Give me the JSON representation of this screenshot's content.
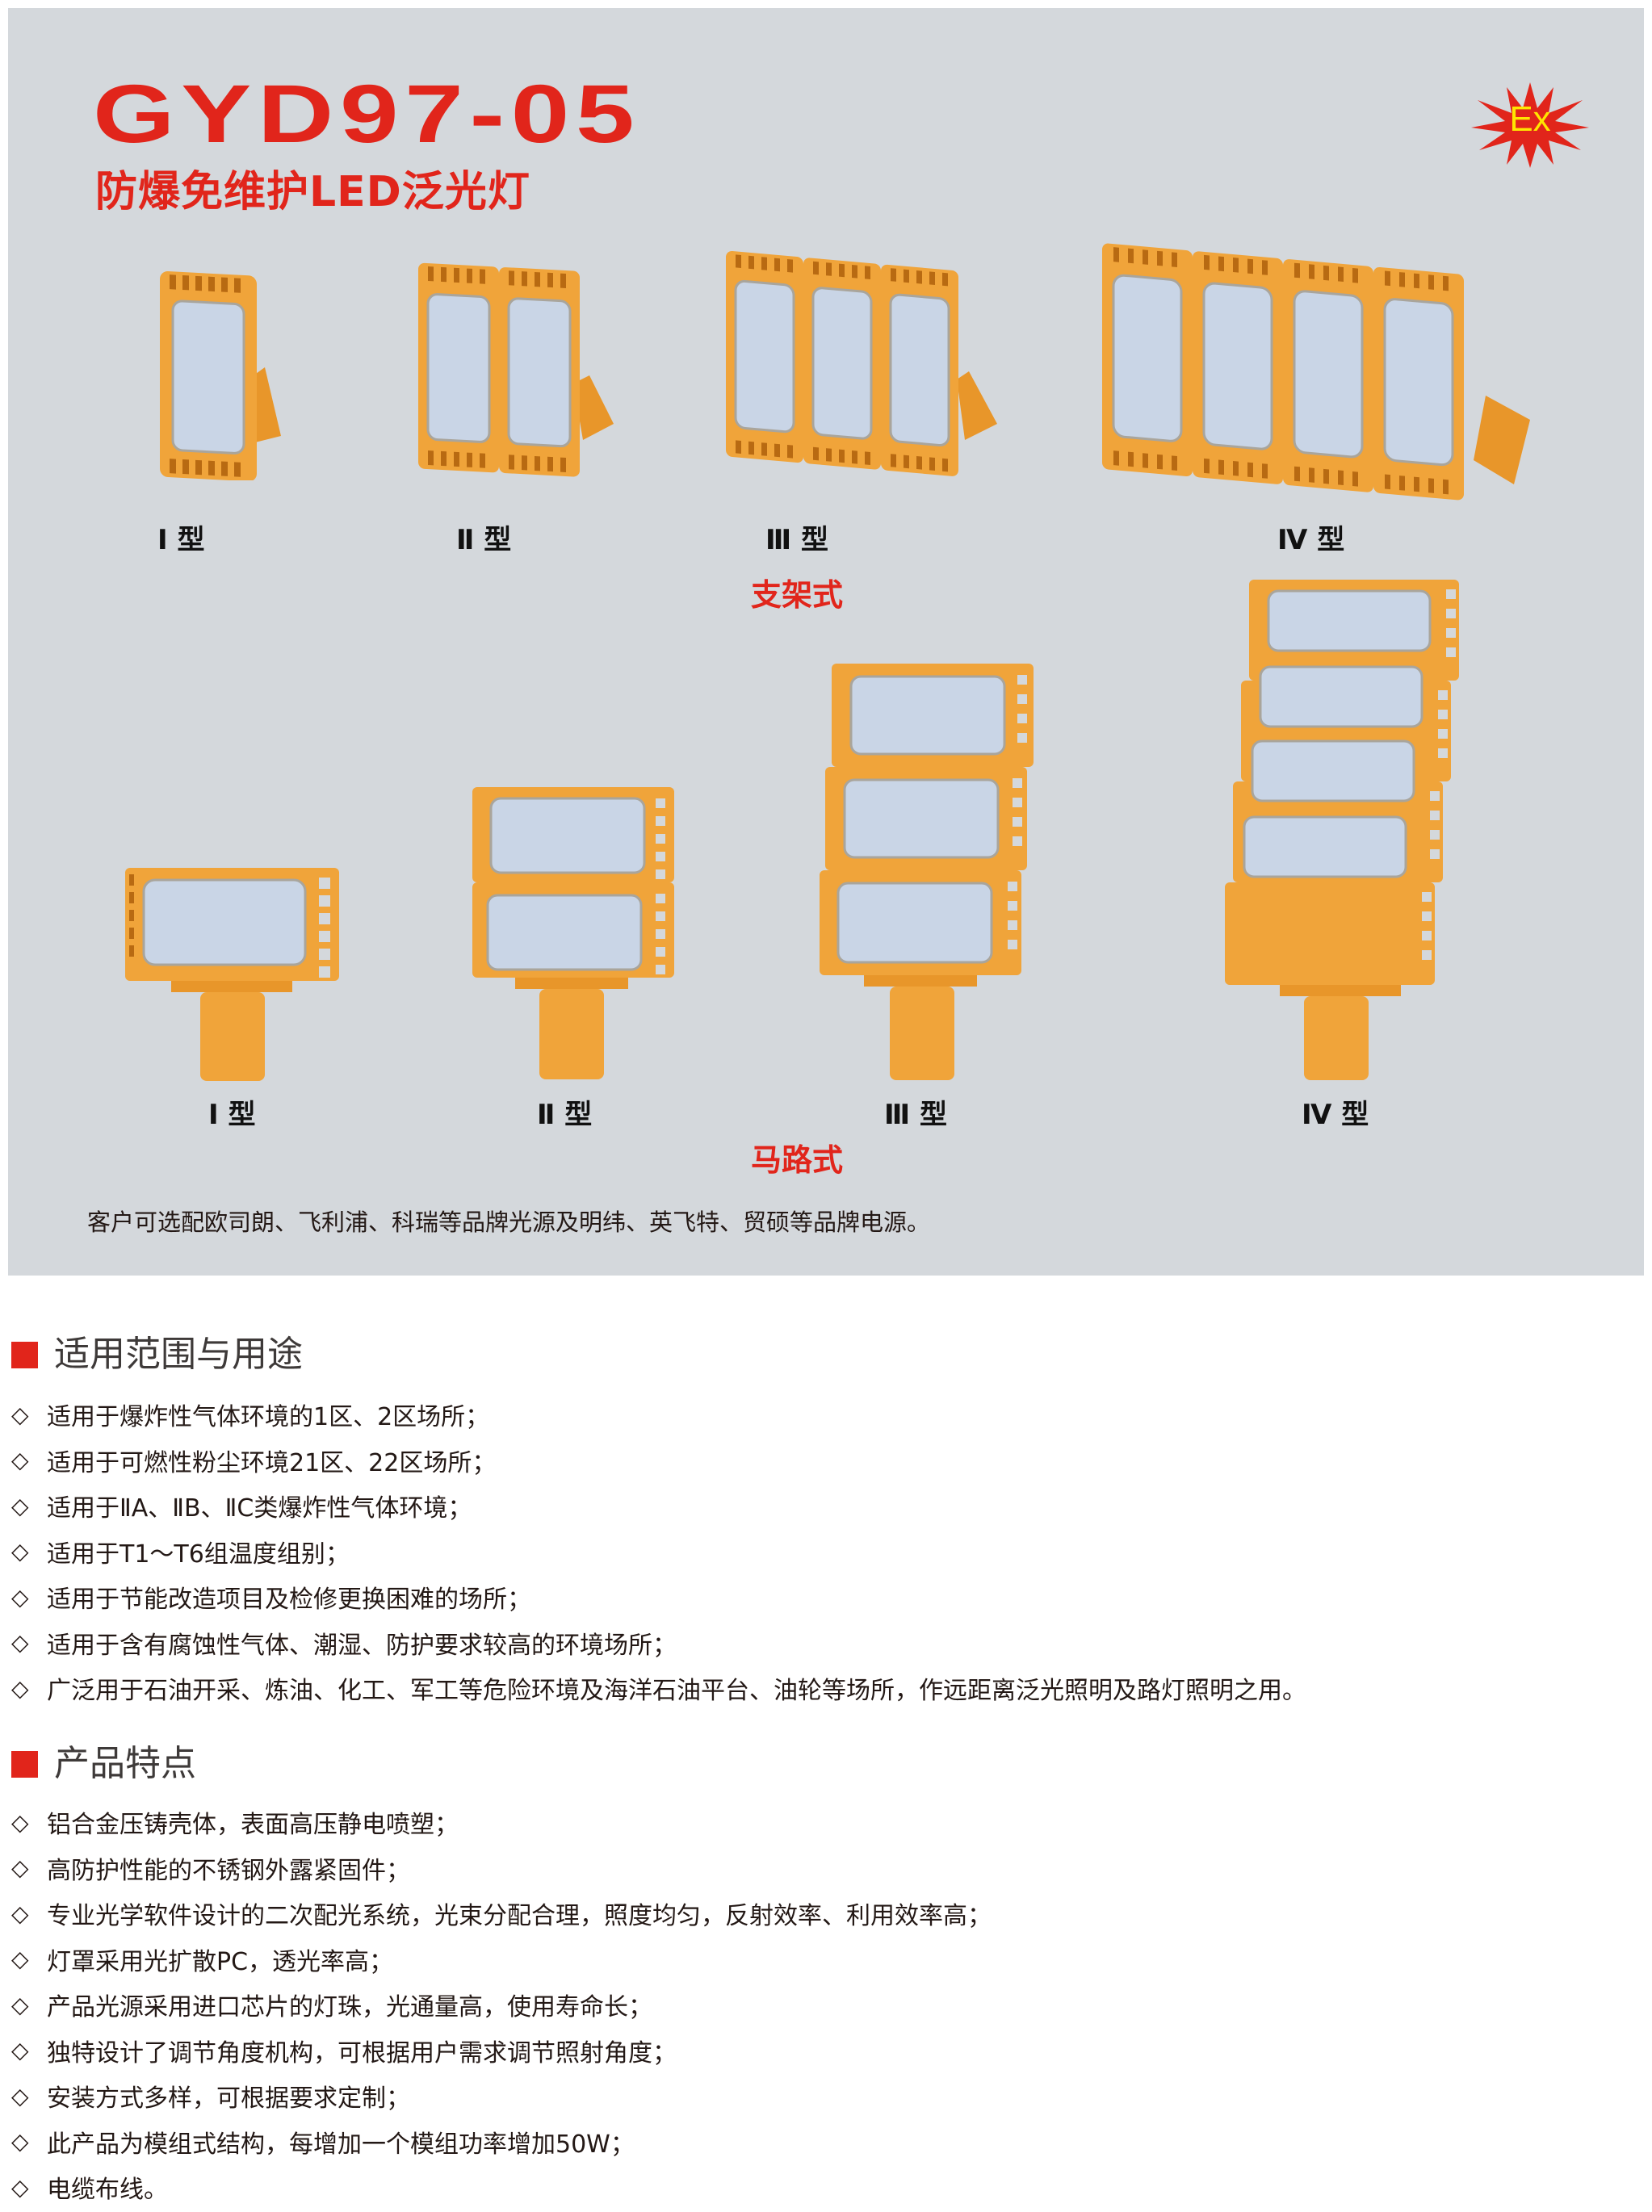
{
  "header": {
    "model": "GYD97-05",
    "product_name": "防爆免维护LED泛光灯",
    "badge": "Ex"
  },
  "colors": {
    "brand_red": "#e1251b",
    "panel_gray": "#d4d8dc",
    "lamp_orange": "#f0a43a",
    "badge_text_yellow": "#ffe600"
  },
  "bracket_type": {
    "group_label": "支架式",
    "items": [
      {
        "label": "Ⅰ 型",
        "modules": 1
      },
      {
        "label": "Ⅱ 型",
        "modules": 2
      },
      {
        "label": "Ⅲ 型",
        "modules": 3
      },
      {
        "label": "Ⅳ 型",
        "modules": 4
      }
    ]
  },
  "road_type": {
    "group_label": "马路式",
    "items": [
      {
        "label": "Ⅰ 型",
        "modules": 1
      },
      {
        "label": "Ⅱ 型",
        "modules": 2
      },
      {
        "label": "Ⅲ 型",
        "modules": 3
      },
      {
        "label": "Ⅳ 型",
        "modules": 4
      }
    ]
  },
  "note": "客户可选配欧司朗、飞利浦、科瑞等品牌光源及明纬、英飞特、贸硕等品牌电源。",
  "sections": [
    {
      "title": "适用范围与用途",
      "bullet_icon": "◇",
      "items": [
        "适用于爆炸性气体环境的1区、2区场所；",
        "适用于可燃性粉尘环境21区、22区场所；",
        "适用于ⅡA、ⅡB、ⅡC类爆炸性气体环境；",
        "适用于T1～T6组温度组别；",
        "适用于节能改造项目及检修更换困难的场所；",
        "适用于含有腐蚀性气体、潮湿、防护要求较高的环境场所；",
        "广泛用于石油开采、炼油、化工、军工等危险环境及海洋石油平台、油轮等场所，作远距离泛光照明及路灯照明之用。"
      ]
    },
    {
      "title": "产品特点",
      "bullet_icon": "◇",
      "items": [
        "铝合金压铸壳体，表面高压静电喷塑；",
        "高防护性能的不锈钢外露紧固件；",
        "专业光学软件设计的二次配光系统，光束分配合理，照度均匀，反射效率、利用效率高；",
        "灯罩采用光扩散PC，透光率高；",
        "产品光源采用进口芯片的灯珠，光通量高，使用寿命长；",
        "独特设计了调节角度机构，可根据用户需求调节照射角度；",
        "安装方式多样，可根据要求定制；",
        "此产品为模组式结构，每增加一个模组功率增加50W；",
        "电缆布线。"
      ]
    }
  ]
}
